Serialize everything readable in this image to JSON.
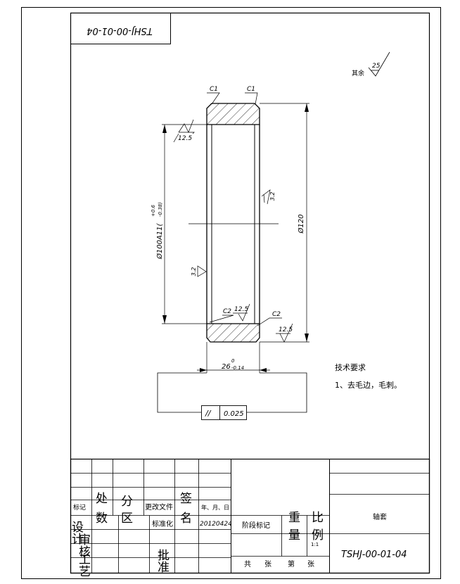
{
  "drawing_code_rotated": "TSHJ-00-01-04",
  "surface_default": {
    "label": "其余",
    "value": "25"
  },
  "chamfers": {
    "top_left": "C1",
    "top_right": "C1",
    "bottom_left": "C2",
    "bottom_right": "C2"
  },
  "roughness": {
    "outer_top": "12.5",
    "bore_right": "3.2",
    "bore_left": "3.2",
    "inner_bottom": "12.5",
    "end_face": "12.5"
  },
  "dimensions": {
    "inner_diameter": "Ø100A11(",
    "inner_tol_upper": "+0.6",
    "inner_tol_lower": "-0.38)",
    "outer_diameter": "Ø120",
    "width_base": "26",
    "width_tol_upper": "0",
    "width_tol_lower": "-0.14"
  },
  "tolerance_frame": {
    "symbol": "//",
    "value": "0.025"
  },
  "tech_requirements": {
    "title": "技术要求",
    "item1": "1、去毛边，毛刺。"
  },
  "title_block": {
    "h_biaoji": "标记",
    "h_chushu_1": "处",
    "h_chushu_2": "数",
    "h_fenqu_1": "分",
    "h_fenqu_2": "区",
    "h_gengai": "更改文件",
    "h_qianming_1": "签",
    "h_qianming_2": "名",
    "h_date": "年、月、日",
    "role_sheji": "设计",
    "role_shenhe": "审核",
    "role_gongyi": "工艺",
    "h_biaozhunhua": "标准化",
    "date_value": "20120424",
    "h_pizhun": "批准",
    "h_jieduan": "阶段标记",
    "h_zhongliang_1": "重",
    "h_zhongliang_2": "量",
    "h_bili_1": "比",
    "h_bili_2": "例",
    "bili_value": "1:1",
    "sheets_gong": "共",
    "sheets_zhang1": "张",
    "sheets_di": "第",
    "sheets_zhang2": "张",
    "part_name": "轴套",
    "drawing_code": "TSHJ-00-01-04"
  }
}
